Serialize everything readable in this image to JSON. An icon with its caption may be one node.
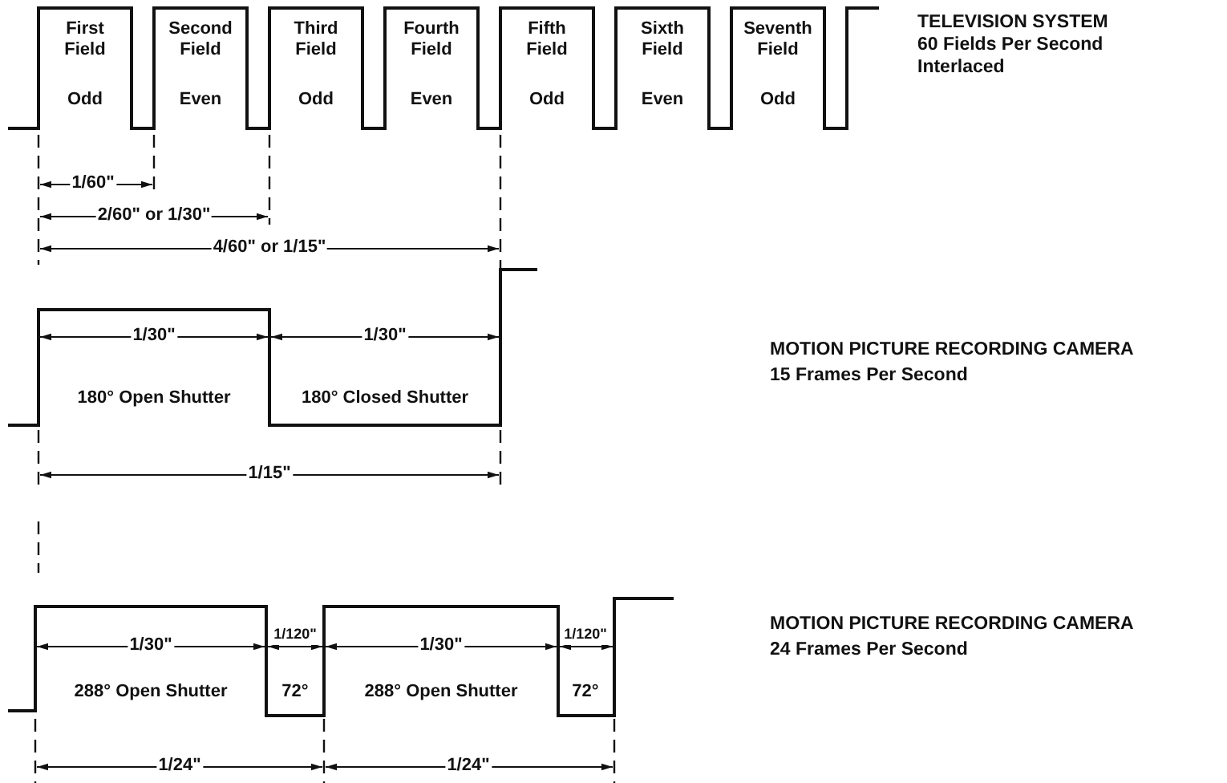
{
  "diagram": {
    "labels": [
      "First Field",
      "Odd",
      "Second Field",
      "Even",
      "Third Field",
      "Odd",
      "Fourth Field",
      "Even",
      "Fifth Field",
      "Odd",
      "Sixth Field",
      "Even",
      "Seventh Field",
      "Odd",
      "TELEVISION SYSTEM",
      "60 Fields Per Second",
      "Interlaced",
      "1/60\"",
      "2/60\" or 1/30\"",
      "4/60\" or 1/15\"",
      "1/30\"",
      "1/30\"",
      "180° Open Shutter",
      "180° Closed Shutter",
      "MOTION PICTURE RECORDING CAMERA",
      "15 Frames Per Second",
      "1/15\"",
      "1/30\"",
      "1/120\"",
      "1/30\"",
      "1/120\"",
      "288° Open Shutter",
      "72°",
      "288° Open Shutter",
      "72°",
      "MOTION PICTURE RECORDING CAMERA",
      "24 Frames Per Second",
      "1/24\"",
      "1/24\""
    ]
  }
}
